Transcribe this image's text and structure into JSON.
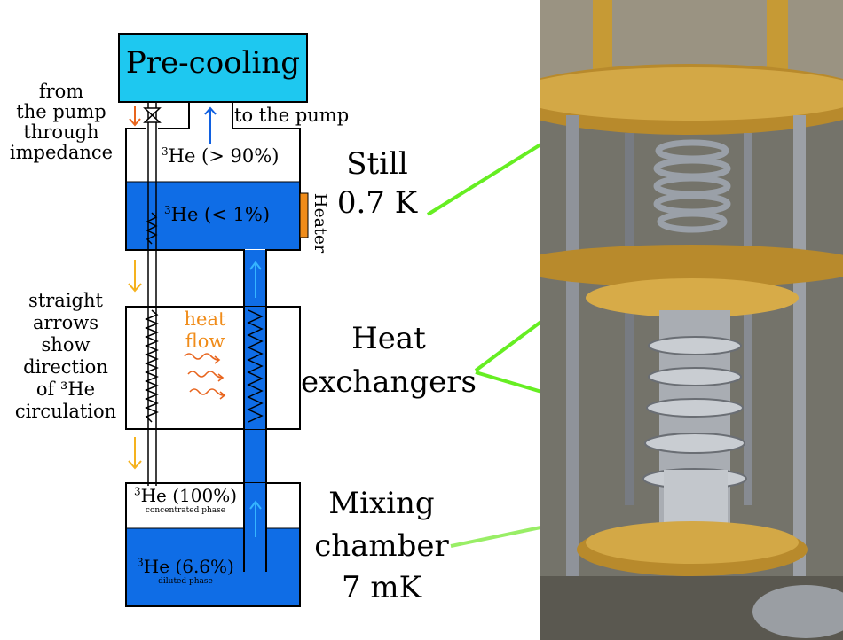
{
  "precooling": "Pre-cooling",
  "from_pump": [
    "from",
    "the pump",
    "through",
    "impedance"
  ],
  "to_pump": "to the pump",
  "still_vapor": {
    "sup": "3",
    "text": "He (> 90%)"
  },
  "still_liquid": {
    "sup": "3",
    "text": "He (< 1%)"
  },
  "heater": "Heater",
  "heat_flow": [
    "heat",
    "flow"
  ],
  "arrows_note": [
    "straight",
    "arrows",
    "show",
    "direction",
    "of ³He",
    "circulation"
  ],
  "mc_concentrated": {
    "sup": "3",
    "text": "He (100%)",
    "sub": "concentrated phase"
  },
  "mc_diluted": {
    "sup": "3",
    "text": "He (6.6%)",
    "sub": "diluted phase"
  },
  "still_label": [
    "Still",
    "0.7 K"
  ],
  "hx_label": [
    "Heat",
    "exchangers"
  ],
  "mc_label": [
    "Mixing",
    "chamber",
    "7 mK"
  ],
  "colors": {
    "precool": "#1ec8f0",
    "liquid": "#0f6de6",
    "heater": "#f08c1a",
    "orange_arrow": "#e8651e",
    "yellow_arrow": "#f5b21e",
    "green": "#66ee22",
    "heat_text": "#f08c1a"
  }
}
